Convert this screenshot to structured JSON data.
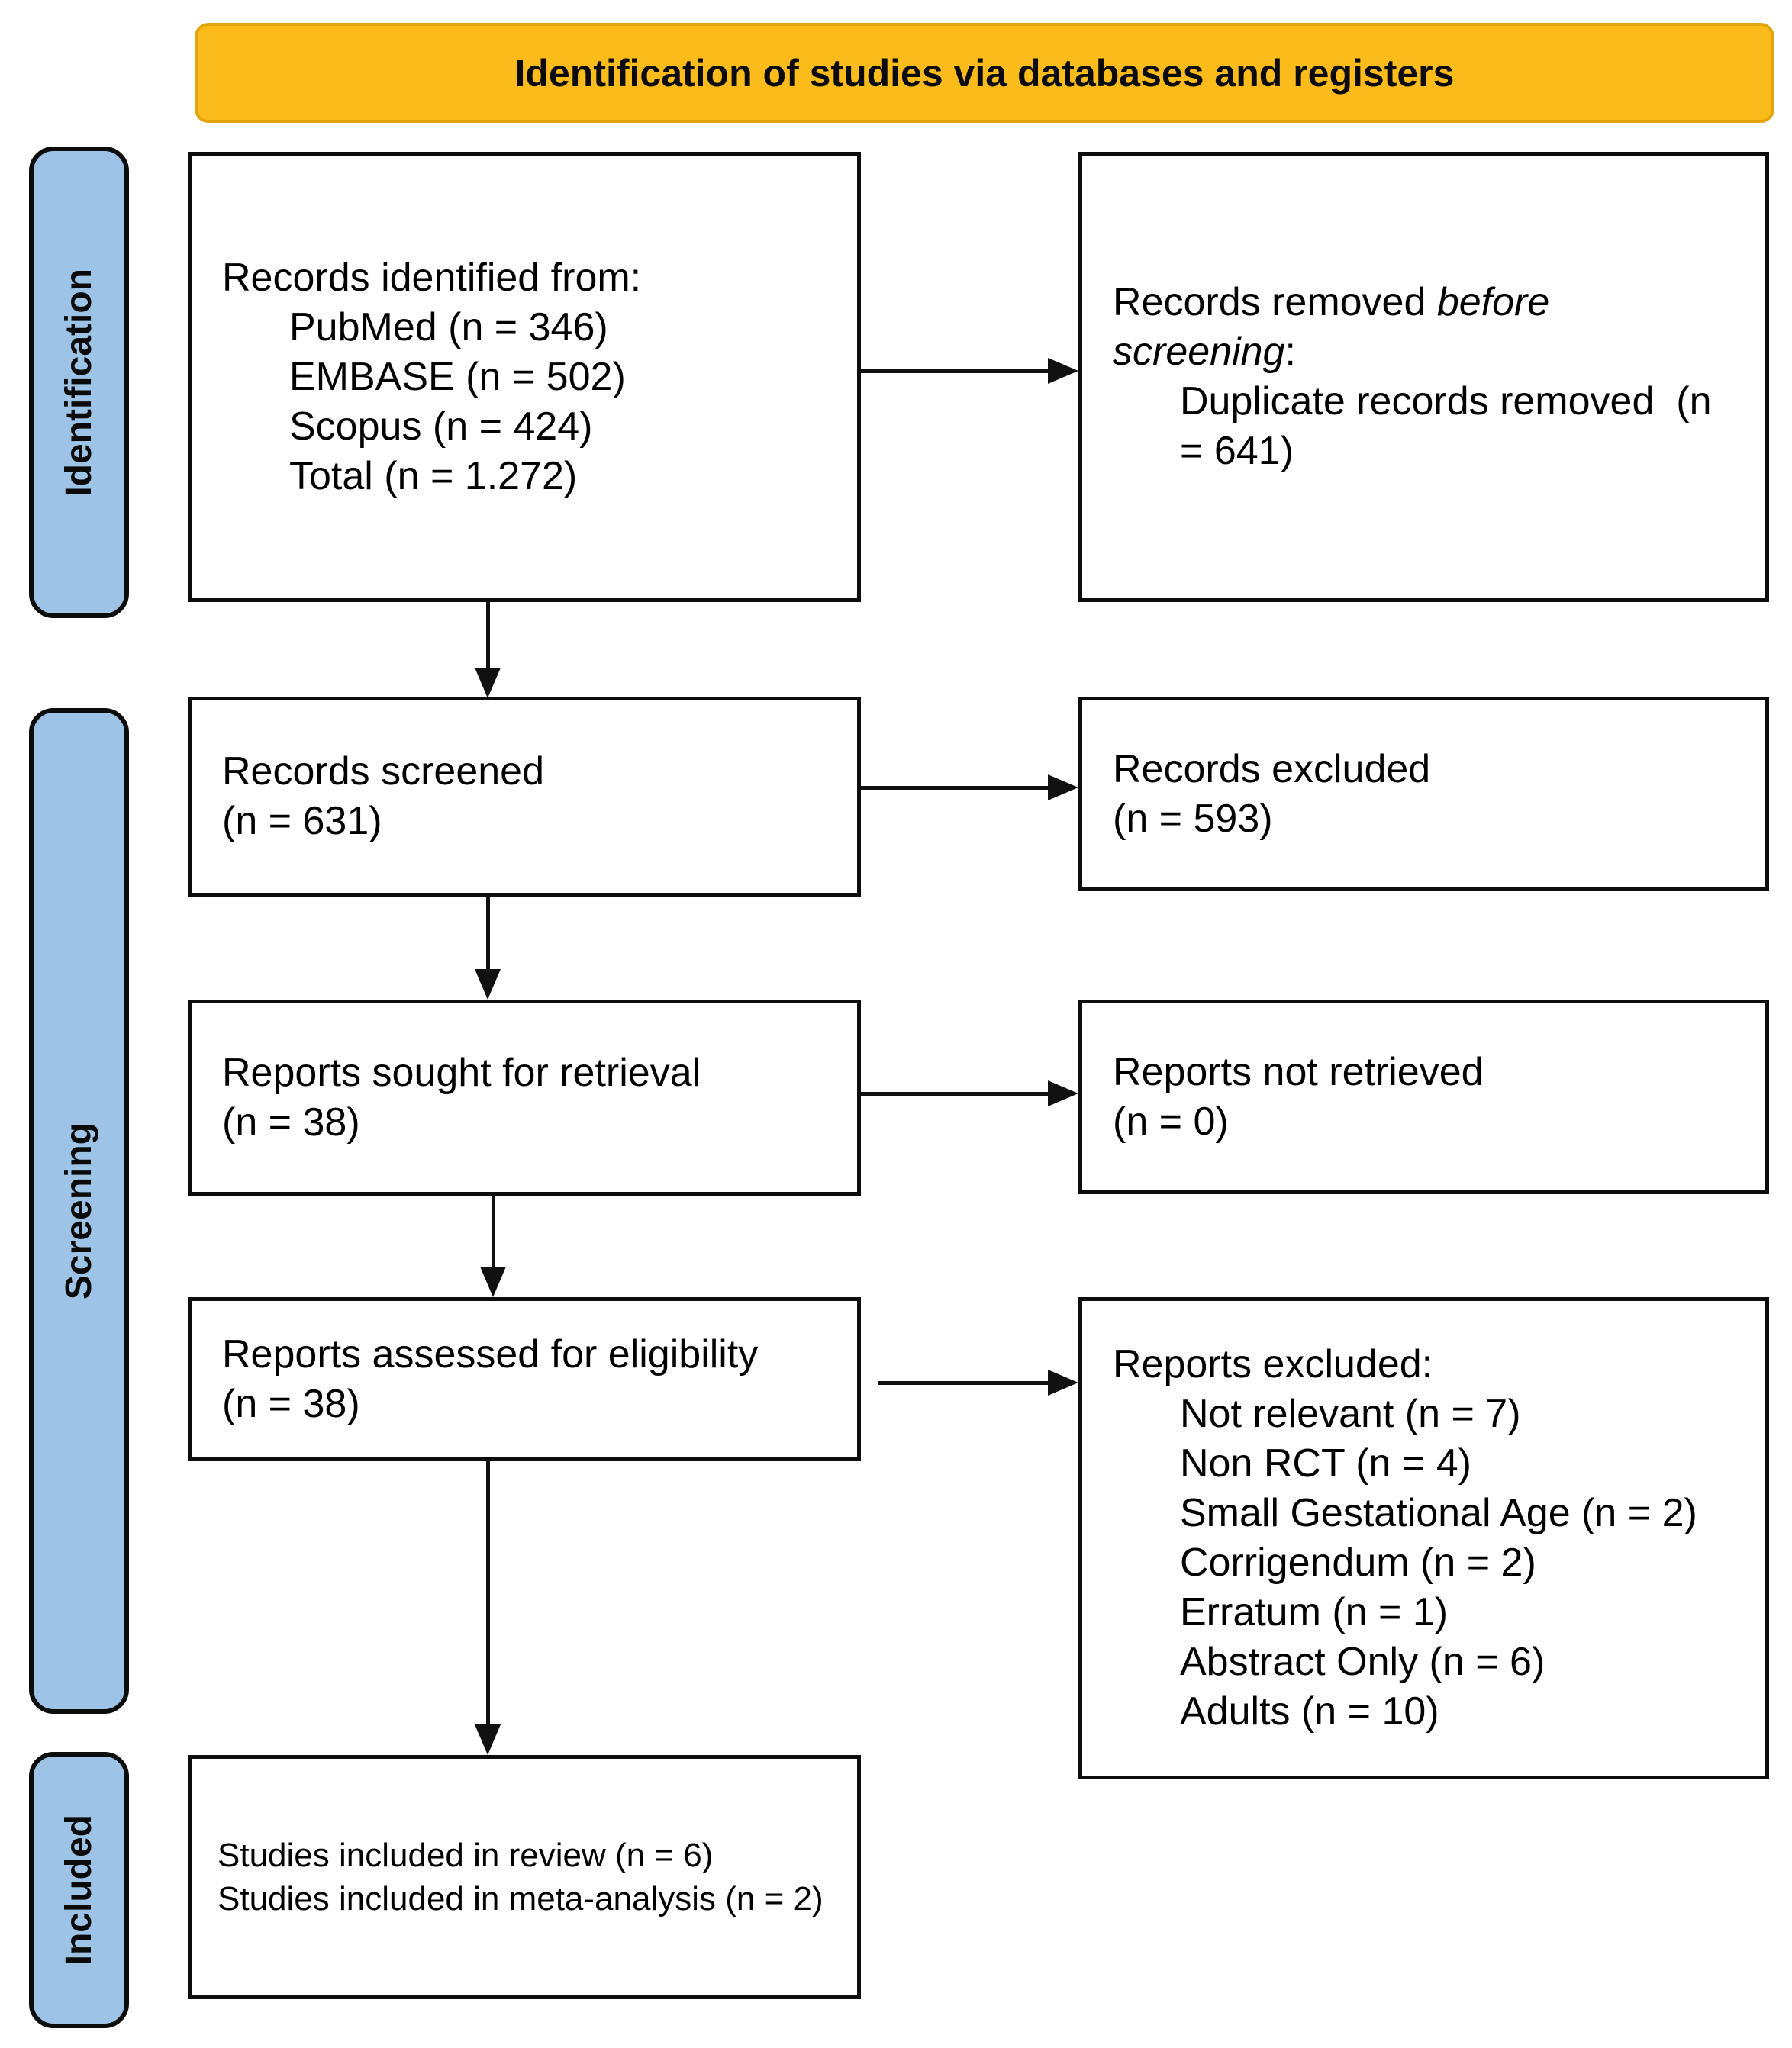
{
  "header": {
    "title": "Identification of studies via databases and registers"
  },
  "stages": {
    "identification": "Identification",
    "screening": "Screening",
    "included": "Included"
  },
  "boxes": {
    "records_identified": {
      "intro": "Records identified from:",
      "items": [
        "PubMed (n = 346)",
        "EMBASE (n = 502)",
        "Scopus (n = 424)",
        "Total (n = 1.272)"
      ]
    },
    "records_removed": {
      "line1_normal": "Records removed ",
      "line1_italic": "before",
      "line2_italic": "screening",
      "line2_colon": ":",
      "item": "Duplicate records removed  (n = 641)"
    },
    "records_screened": {
      "lines": [
        "Records screened",
        "(n = 631)"
      ]
    },
    "records_excluded": {
      "lines": [
        "Records excluded",
        "(n = 593)"
      ]
    },
    "reports_sought": {
      "lines": [
        "Reports sought for retrieval",
        "(n = 38)"
      ]
    },
    "reports_not_retrieved": {
      "lines": [
        "Reports not retrieved",
        "(n = 0)"
      ]
    },
    "reports_assessed": {
      "lines": [
        "Reports assessed for eligibility",
        "(n = 38)"
      ]
    },
    "reports_excluded": {
      "intro": "Reports excluded:",
      "items": [
        "Not relevant (n = 7)",
        "Non RCT (n = 4)",
        "Small Gestational Age (n = 2)",
        "Corrigendum (n = 2)",
        "Erratum (n = 1)",
        "Abstract Only (n = 6)",
        "Adults (n = 10)"
      ]
    },
    "studies_included": {
      "lines": [
        "Studies included in review (n = 6)",
        "Studies included in meta-analysis (n = 2)"
      ]
    }
  },
  "colors": {
    "header_bg": "#FBBC1B",
    "stage_bg": "#9DC3E6",
    "line_color": "#111111"
  }
}
